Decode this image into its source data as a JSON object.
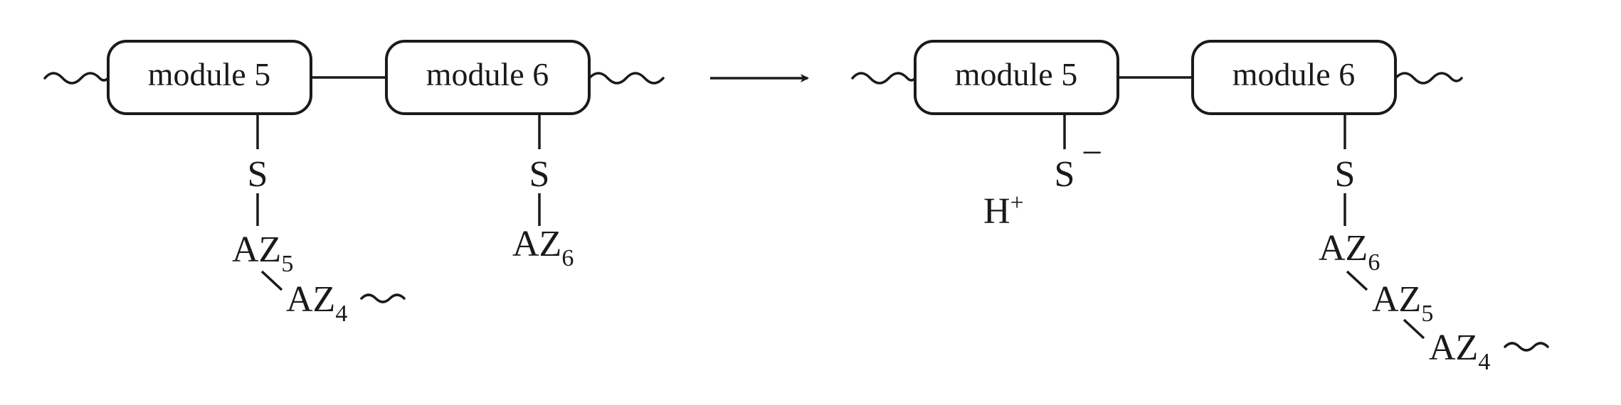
{
  "left": {
    "module_a": "module 5",
    "module_b": "module 6",
    "sulfur_a": "S",
    "sulfur_b": "S",
    "az5": {
      "base": "AZ",
      "sub": "5"
    },
    "az4": {
      "base": "AZ",
      "sub": "4"
    },
    "az6": {
      "base": "AZ",
      "sub": "6"
    }
  },
  "right": {
    "module_a": "module 5",
    "module_b": "module 6",
    "sulfur_a": "S",
    "charge": "−",
    "proton": {
      "base": "H",
      "sup": "+"
    },
    "sulfur_b": "S",
    "az6": {
      "base": "AZ",
      "sub": "6"
    },
    "az5": {
      "base": "AZ",
      "sub": "5"
    },
    "az4": {
      "base": "AZ",
      "sub": "4"
    }
  }
}
